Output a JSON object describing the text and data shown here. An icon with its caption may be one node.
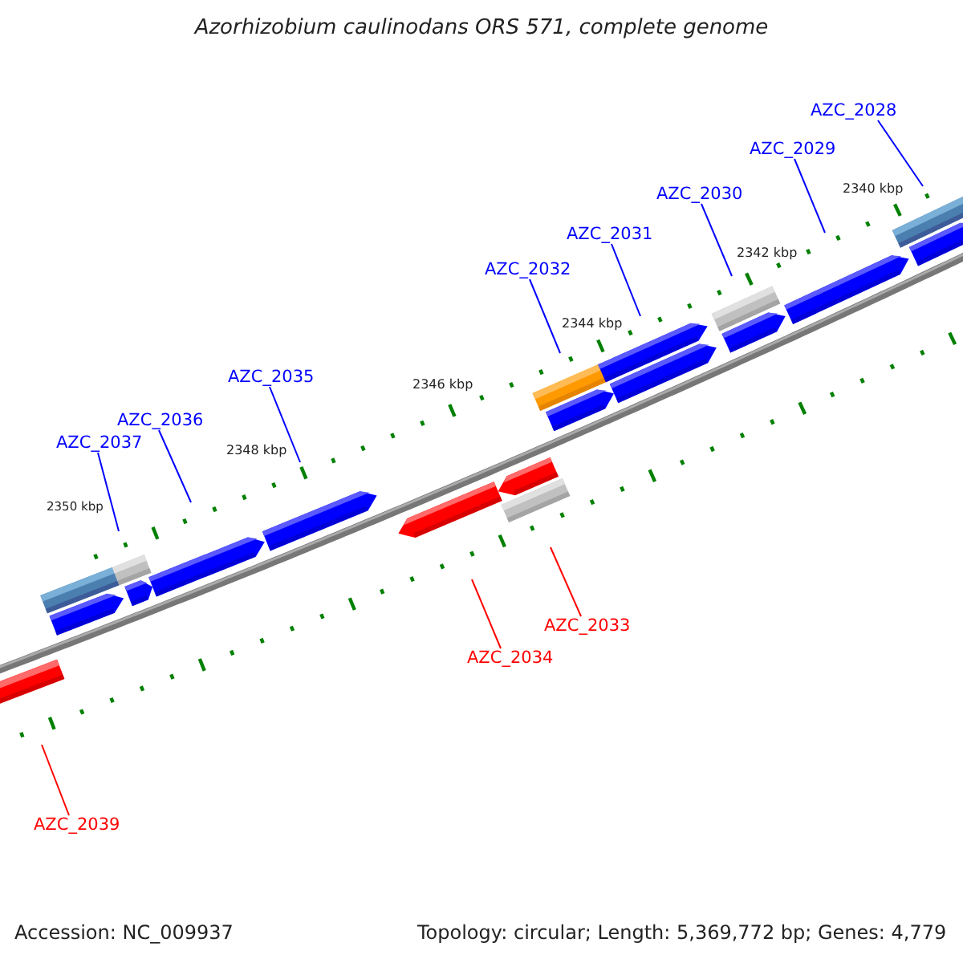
{
  "diagram": {
    "title": "Azorhizobium caulinodans ORS 571, complete genome",
    "nodes": [
      {
        "text": [
          "AZC_2028"
        ]
      },
      {
        "text": [
          "AZC_2029"
        ]
      },
      {
        "text": [
          "AZC_2030"
        ]
      },
      {
        "text": [
          "AZC_2031"
        ]
      },
      {
        "text": [
          "AZC_2032"
        ]
      },
      {
        "text": [
          "AZC_2035"
        ]
      },
      {
        "text": [
          "AZC_2036"
        ]
      },
      {
        "text": [
          "AZC_2037"
        ]
      },
      {
        "text": [
          "AZC_2033"
        ]
      },
      {
        "text": [
          "AZC_2034"
        ]
      },
      {
        "text": [
          "AZC_2039"
        ]
      }
    ],
    "edges": [
      {
        "from": 0,
        "to": null,
        "arrow": "none"
      },
      {
        "from": 1,
        "to": null,
        "arrow": "none"
      },
      {
        "from": 2,
        "to": null,
        "arrow": "none"
      },
      {
        "from": 3,
        "to": null,
        "arrow": "none"
      },
      {
        "from": 4,
        "to": null,
        "arrow": "none"
      },
      {
        "from": 5,
        "to": null,
        "arrow": "none"
      },
      {
        "from": 6,
        "to": null,
        "arrow": "none"
      },
      {
        "from": 7,
        "to": null,
        "arrow": "none"
      },
      {
        "from": 8,
        "to": null,
        "arrow": "none",
        "color": "#ff0000"
      },
      {
        "from": 9,
        "to": null,
        "arrow": "none",
        "color": "#ff0000"
      },
      {
        "from": 10,
        "to": null,
        "arrow": "none",
        "color": "#ff0000"
      }
    ],
    "labels": [
      "2340 kbp",
      "2342 kbp",
      "2344 kbp",
      "2346 kbp",
      "2348 kbp",
      "2350 kbp",
      "Accession: NC_009937",
      "Topology: circular; Length: 5,369,772 bp; Genes: 4,779"
    ]
  }
}
